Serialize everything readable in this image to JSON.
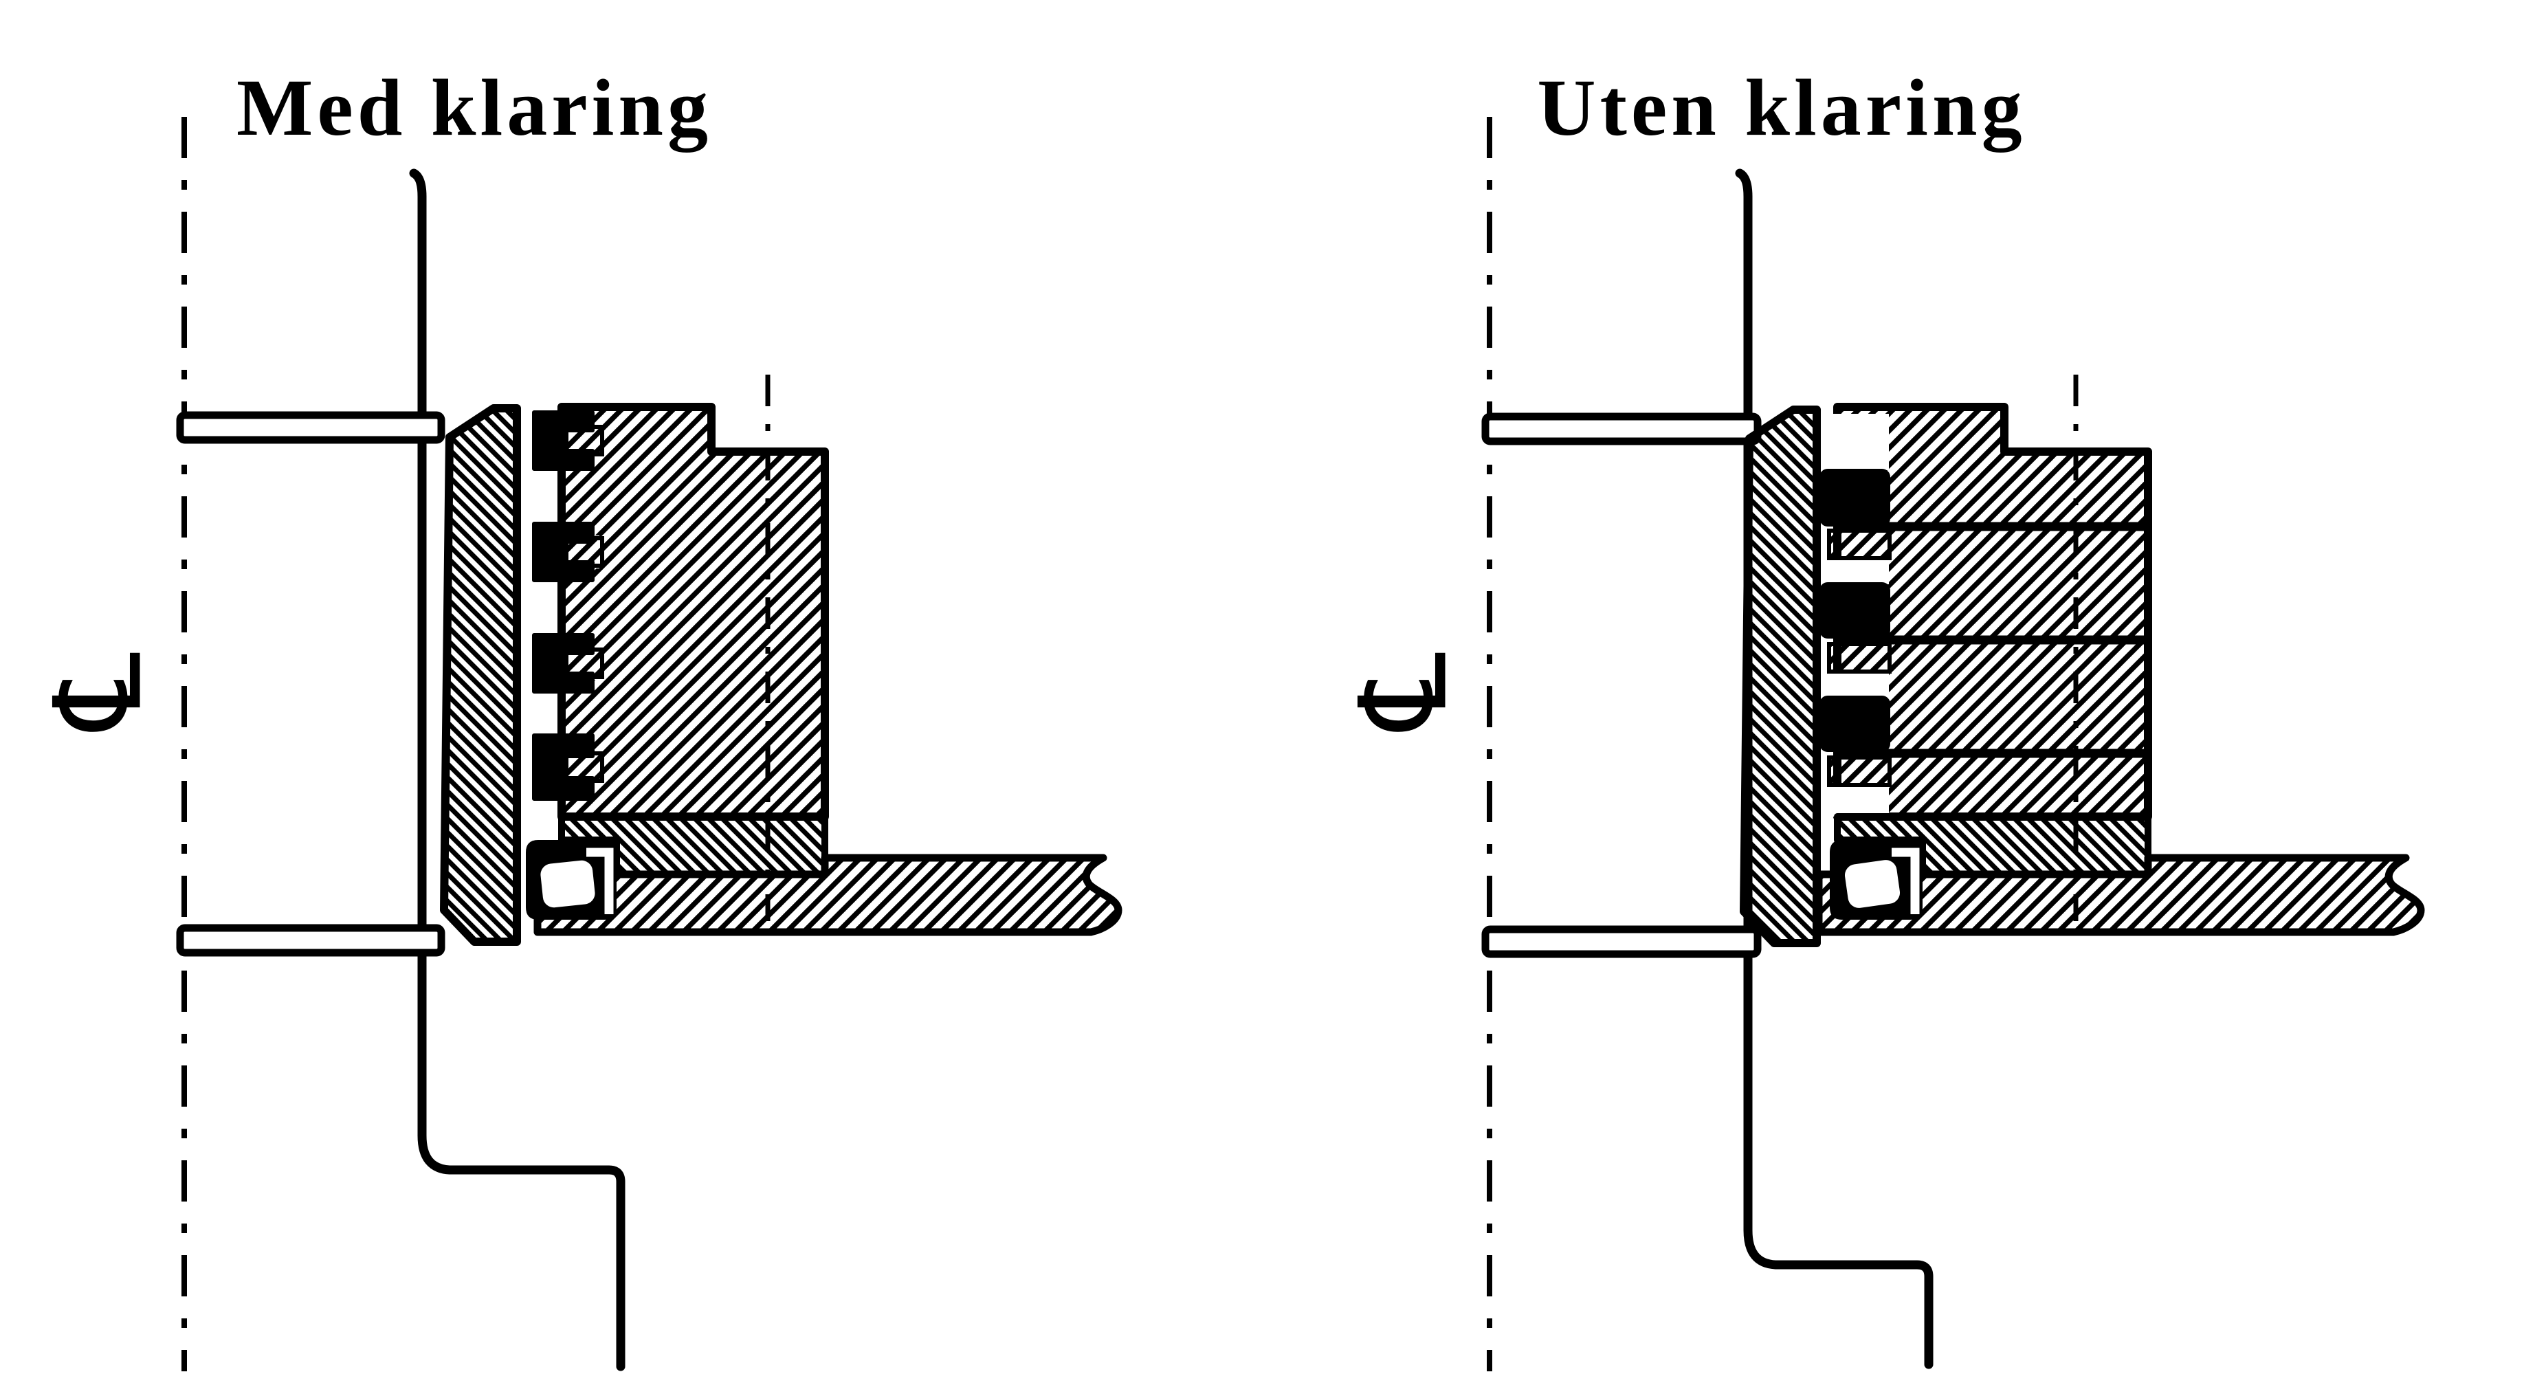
{
  "figure": {
    "background": "#ffffff",
    "ink": "#000000",
    "panels": [
      {
        "id": "med-klaring",
        "title": "Med klaring",
        "centerline_symbol": "℄"
      },
      {
        "id": "uten-klaring",
        "title": "Uten klaring",
        "centerline_symbol": "℄"
      }
    ]
  }
}
